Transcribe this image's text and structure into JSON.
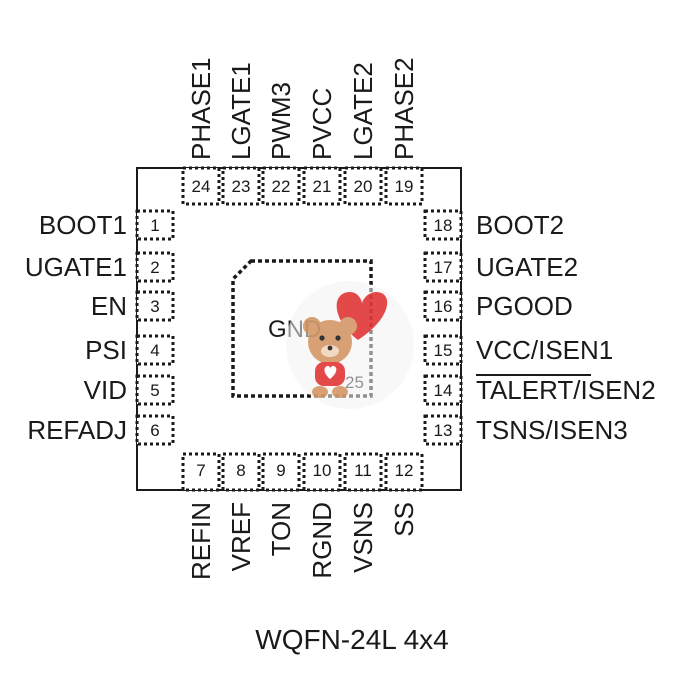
{
  "package_name": "WQFN-24L 4x4",
  "exposed_pad": {
    "label": "GND",
    "number": "25"
  },
  "pins": {
    "left": [
      {
        "num": "1",
        "name": "BOOT1"
      },
      {
        "num": "2",
        "name": "UGATE1"
      },
      {
        "num": "3",
        "name": "EN"
      },
      {
        "num": "4",
        "name": "PSI"
      },
      {
        "num": "5",
        "name": "VID"
      },
      {
        "num": "6",
        "name": "REFADJ"
      }
    ],
    "bottom": [
      {
        "num": "7",
        "name": "REFIN"
      },
      {
        "num": "8",
        "name": "VREF"
      },
      {
        "num": "9",
        "name": "TON"
      },
      {
        "num": "10",
        "name": "RGND"
      },
      {
        "num": "11",
        "name": "VSNS"
      },
      {
        "num": "12",
        "name": "SS"
      }
    ],
    "right": [
      {
        "num": "13",
        "name": "TSNS/ISEN3"
      },
      {
        "num": "14",
        "name": "TALERT/ISEN2",
        "overline": true
      },
      {
        "num": "15",
        "name": "VCC/ISEN1"
      },
      {
        "num": "16",
        "name": "PGOOD"
      },
      {
        "num": "17",
        "name": "UGATE2"
      },
      {
        "num": "18",
        "name": "BOOT2"
      }
    ],
    "top": [
      {
        "num": "19",
        "name": "PHASE2"
      },
      {
        "num": "20",
        "name": "LGATE2"
      },
      {
        "num": "21",
        "name": "PVCC"
      },
      {
        "num": "22",
        "name": "PWM3"
      },
      {
        "num": "23",
        "name": "LGATE1"
      },
      {
        "num": "24",
        "name": "PHASE1"
      }
    ]
  },
  "watermark_icon": "teddy-bear-with-heart-balloon-icon",
  "colors": {
    "line": "#1a1a1a",
    "heart": "#e23a3a",
    "bear": "#d49a6a"
  }
}
